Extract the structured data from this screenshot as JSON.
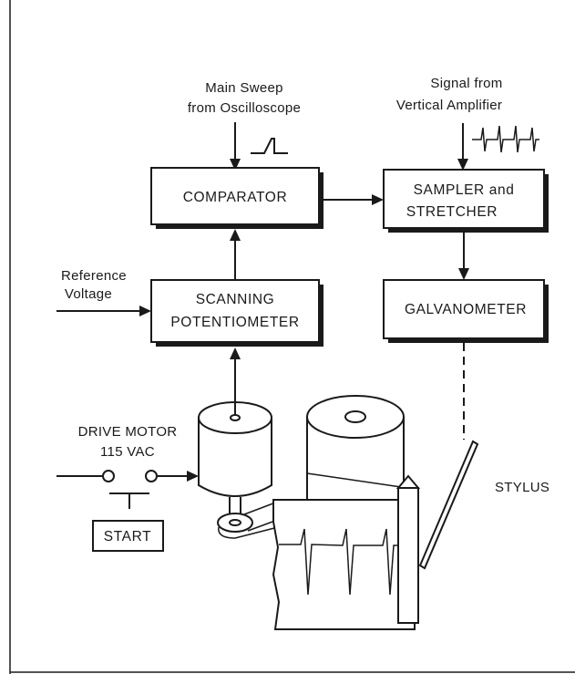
{
  "diagram": {
    "blocks": {
      "comparator": "COMPARATOR",
      "sampler_line1": "SAMPLER and",
      "sampler_line2": "STRETCHER",
      "scanning_line1": "SCANNING",
      "scanning_line2": "POTENTIOMETER",
      "galvanometer": "GALVANOMETER",
      "start": "START"
    },
    "labels": {
      "main_sweep_line1": "Main Sweep",
      "main_sweep_line2": "from Oscilloscope",
      "signal_line1": "Signal from",
      "signal_line2": "Vertical Amplifier",
      "reference_line1": "Reference",
      "reference_line2": "Voltage",
      "drive_motor_line1": "DRIVE MOTOR",
      "drive_motor_line2": "115 VAC",
      "stylus": "STYLUS"
    },
    "colors": {
      "ink": "#1a1a1a",
      "paper": "#ffffff"
    }
  }
}
